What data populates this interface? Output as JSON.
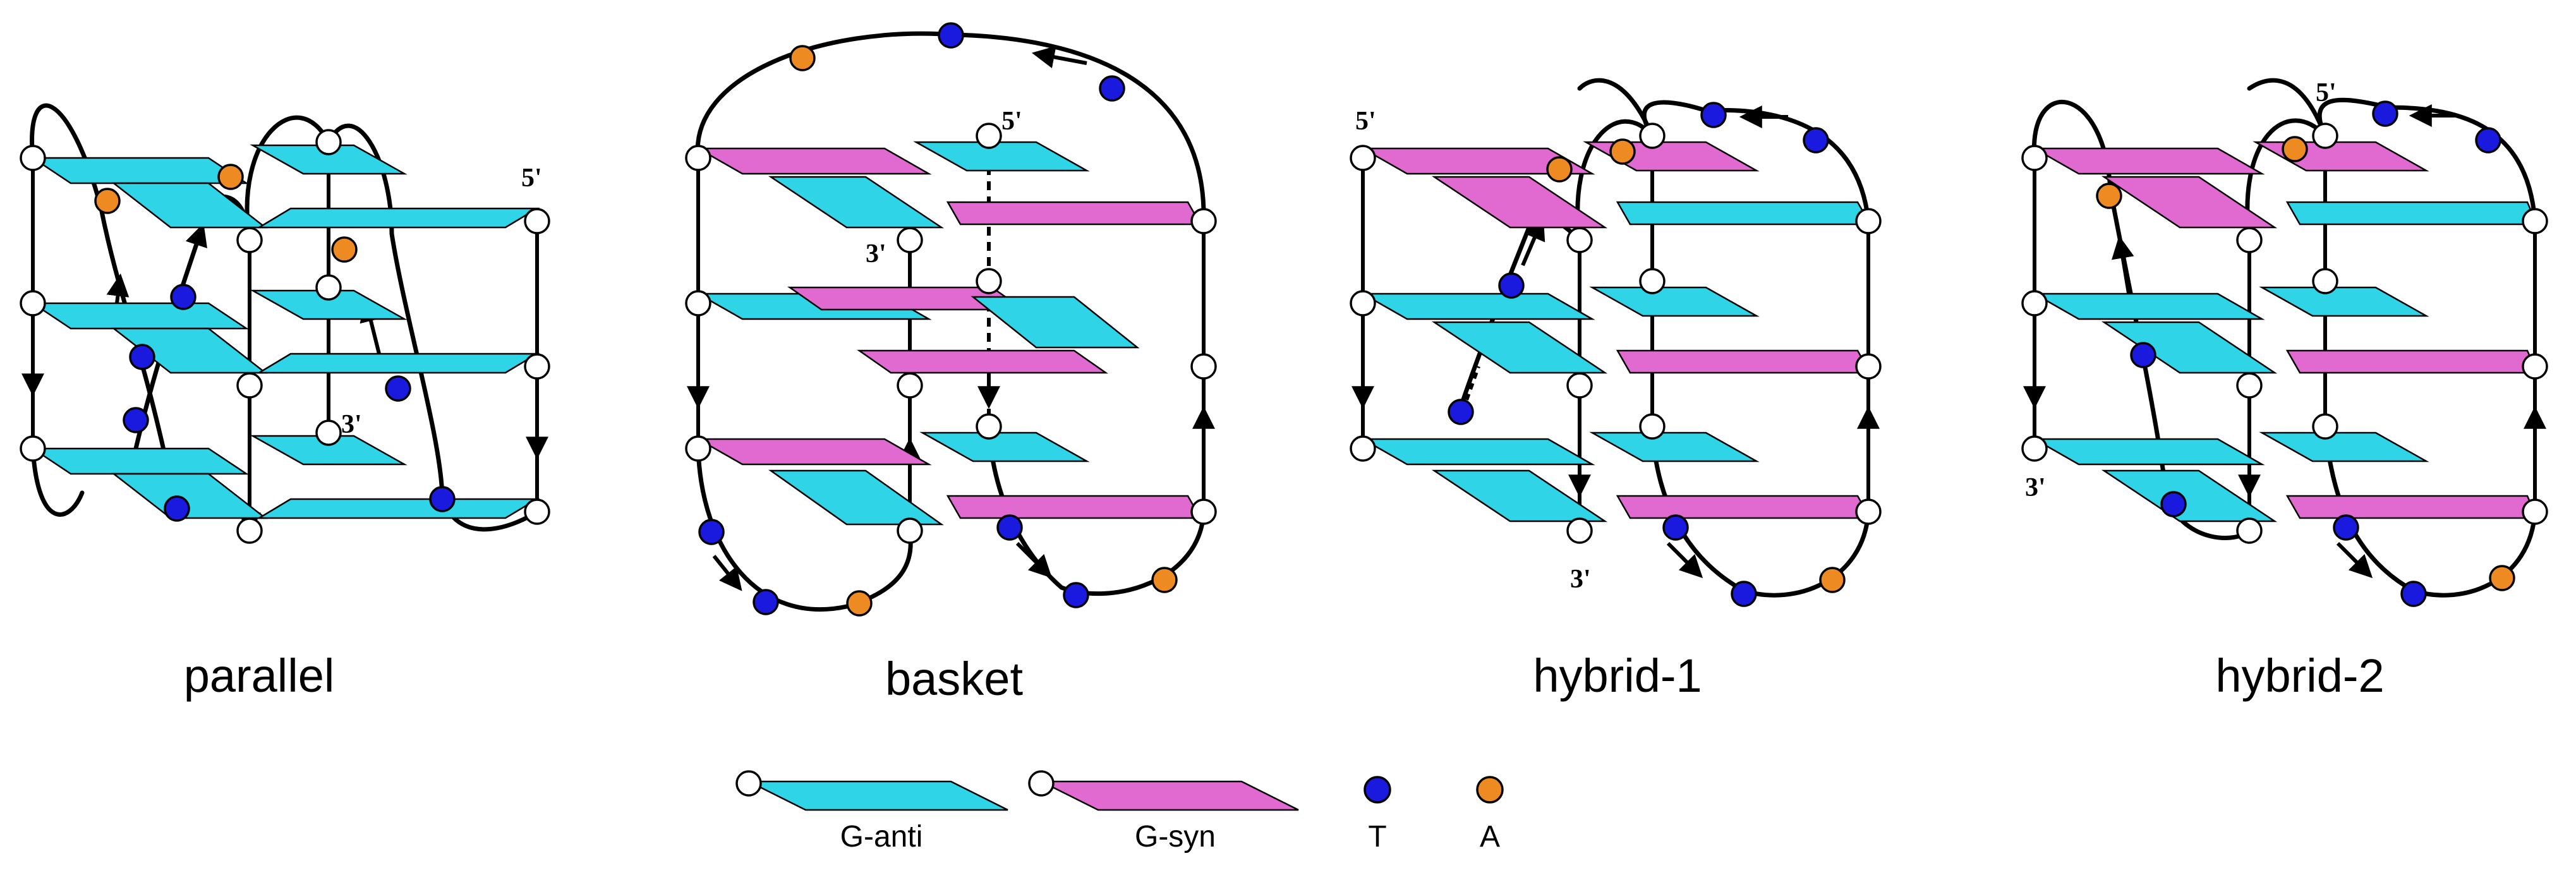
{
  "colors": {
    "g_anti": "#2fd4e6",
    "g_syn": "#e06ad0",
    "thymine": "#1a1adf",
    "adenine": "#ee8a22",
    "guanine_node": "#ffffff",
    "line": "#000000"
  },
  "legend": {
    "g_anti": "G-anti",
    "g_syn": "G-syn",
    "t": "T",
    "a": "A"
  },
  "panels": [
    {
      "id": "parallel",
      "caption": "parallel",
      "five_prime": "5'",
      "three_prime": "3'"
    },
    {
      "id": "basket",
      "caption": "basket",
      "five_prime": "5'",
      "three_prime": "3'"
    },
    {
      "id": "hybrid1",
      "caption": "hybrid-1",
      "five_prime": "5'",
      "three_prime": "3'"
    },
    {
      "id": "hybrid2",
      "caption": "hybrid-2",
      "five_prime": "5'",
      "three_prime": "3'"
    }
  ]
}
